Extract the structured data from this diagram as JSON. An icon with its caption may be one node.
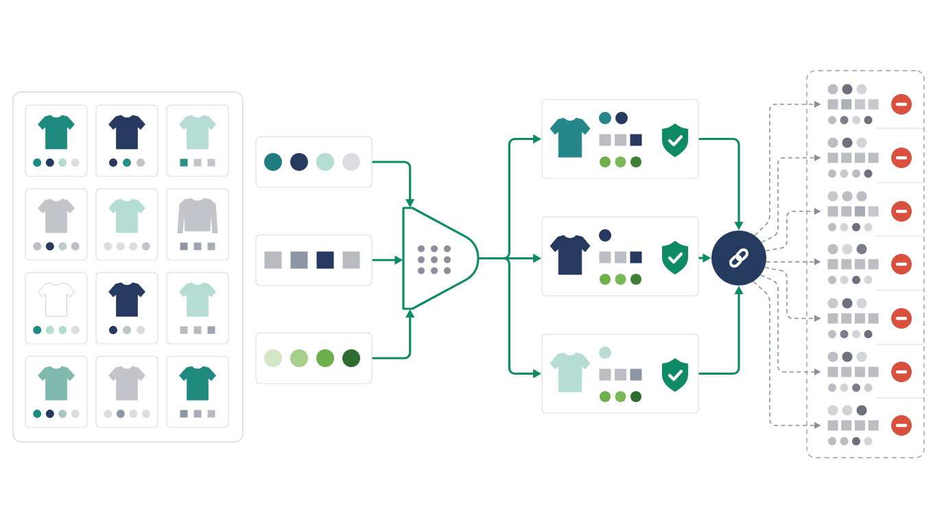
{
  "diagram": {
    "nodes": [
      {
        "text": [],
        "shape": "box"
      },
      {
        "text": [],
        "shape": "box",
        "in": 0
      },
      {
        "text": [],
        "shape": "box",
        "in": 0
      },
      {
        "text": [],
        "shape": "box",
        "in": 0
      },
      {
        "text": [],
        "shape": "box",
        "in": 0
      },
      {
        "text": [],
        "shape": "box",
        "in": 0
      },
      {
        "text": [],
        "shape": "box",
        "in": 0
      },
      {
        "text": [],
        "shape": "box",
        "in": 0
      },
      {
        "text": [],
        "shape": "box",
        "in": 0
      },
      {
        "text": [],
        "shape": "box",
        "in": 0
      },
      {
        "text": [],
        "shape": "box",
        "in": 0
      },
      {
        "text": [],
        "shape": "box",
        "in": 0
      },
      {
        "text": [],
        "shape": "box",
        "in": 0
      },
      {
        "text": [],
        "shape": "box"
      },
      {
        "text": [],
        "shape": "box"
      },
      {
        "text": [],
        "shape": "box"
      },
      {
        "text": [],
        "shape": "trapezoid"
      },
      {
        "text": [],
        "shape": "box"
      },
      {
        "text": [],
        "shape": "box"
      },
      {
        "text": [],
        "shape": "box"
      },
      {
        "text": [],
        "shape": "circle"
      },
      {
        "text": [],
        "shape": "box"
      },
      {
        "text": [],
        "shape": "picture",
        "in": 21
      },
      {
        "text": [],
        "shape": "picture",
        "in": 21
      },
      {
        "text": [],
        "shape": "picture",
        "in": 21
      },
      {
        "text": [],
        "shape": "picture",
        "in": 21
      },
      {
        "text": [],
        "shape": "picture",
        "in": 21
      },
      {
        "text": [],
        "shape": "picture",
        "in": 21
      },
      {
        "text": [],
        "shape": "picture",
        "in": 21
      }
    ],
    "edges": [
      {
        "from": 13,
        "to": 16,
        "arrow": "to"
      },
      {
        "from": 14,
        "to": 16,
        "arrow": "to"
      },
      {
        "from": 15,
        "to": 16,
        "arrow": "to"
      },
      {
        "from": 16,
        "to": 17,
        "arrow": "to"
      },
      {
        "from": 16,
        "to": 18,
        "arrow": "to"
      },
      {
        "from": 16,
        "to": 19,
        "arrow": "to"
      },
      {
        "from": 17,
        "to": 20,
        "arrow": "to"
      },
      {
        "from": 18,
        "to": 20,
        "arrow": "to"
      },
      {
        "from": 19,
        "to": 20,
        "arrow": "to"
      },
      {
        "from": 20,
        "to": 22,
        "arrow": "to",
        "style": "dashed",
        "color": "#8c8f9b"
      },
      {
        "from": 20,
        "to": 23,
        "arrow": "to",
        "style": "dashed",
        "color": "#8c8f9b"
      },
      {
        "from": 20,
        "to": 24,
        "arrow": "to",
        "style": "dashed",
        "color": "#8c8f9b"
      },
      {
        "from": 20,
        "to": 25,
        "arrow": "to",
        "style": "dashed",
        "color": "#8c8f9b"
      },
      {
        "from": 20,
        "to": 26,
        "arrow": "to",
        "style": "dashed",
        "color": "#8c8f9b"
      },
      {
        "from": 20,
        "to": 27,
        "arrow": "to",
        "style": "dashed",
        "color": "#8c8f9b"
      },
      {
        "from": 20,
        "to": 28,
        "arrow": "to",
        "style": "dashed",
        "color": "#8c8f9b"
      }
    ]
  }
}
